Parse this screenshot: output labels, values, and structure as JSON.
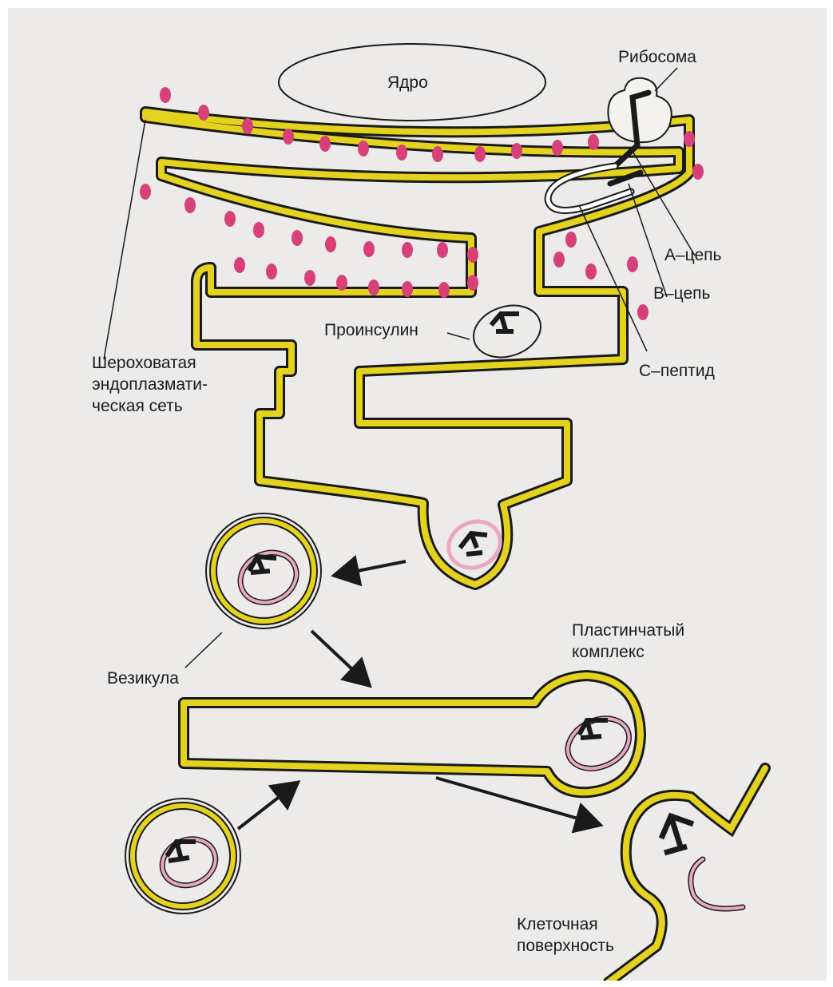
{
  "labels": {
    "nucleus": "Ядро",
    "ribosome": "Рибосома",
    "a_chain": "A–цепь",
    "b_chain": "B–цепь",
    "c_peptide": "C–пептид",
    "proinsulin": "Проинсулин",
    "rough_er": [
      "Шероховатая",
      "эндоплазмати-",
      "ческая сеть"
    ],
    "vesicle": "Везикула",
    "golgi": [
      "Пластинчатый",
      "комплекс"
    ],
    "cell_surface": [
      "Клеточная",
      "поверхность"
    ]
  },
  "colors": {
    "page_background": "#ecebe9",
    "membrane_fill": "#e3d31f",
    "membrane_outline": "#1a1a1a",
    "ribosome_dots": "#d8407a",
    "peptide_pink": "#e7a8c3",
    "ink": "#1b1b1b"
  },
  "icons": [
    "arrow-icon"
  ]
}
